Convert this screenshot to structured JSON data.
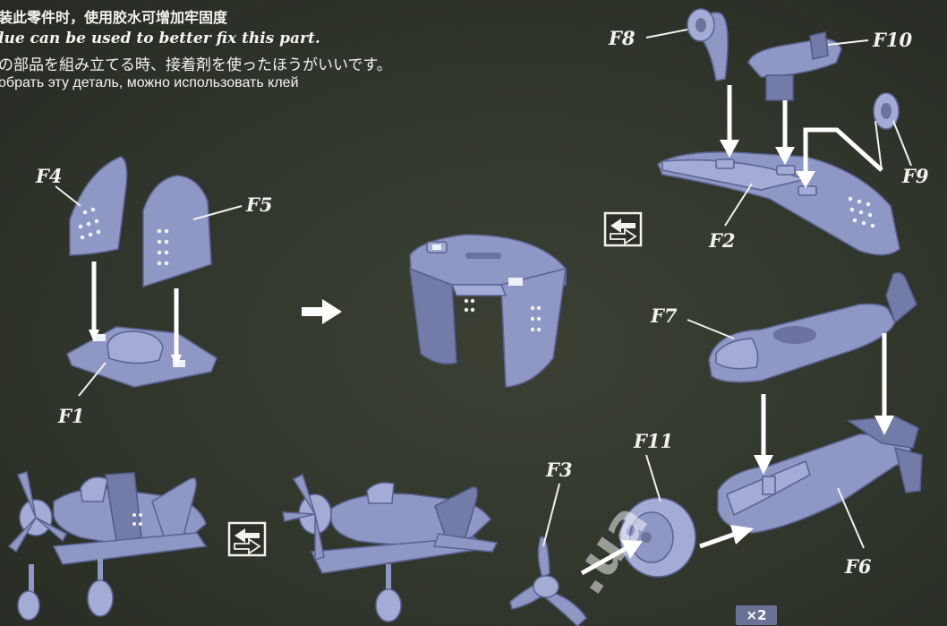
{
  "instructions": {
    "chinese": "装此零件时，使用胶水可增加牢固度",
    "english": "lue can be used to better fix this part.",
    "japanese": "の部品を組み立てる時、接着剤を使ったほうがいいです。",
    "russian": "обрать эту деталь, можно использовать клей"
  },
  "part_labels": {
    "f1": "F1",
    "f2": "F2",
    "f3": "F3",
    "f4": "F4",
    "f5": "F5",
    "f6": "F6",
    "f7": "F7",
    "f8": "F8",
    "f9": "F9",
    "f10": "F10",
    "f11": "F11"
  },
  "quantity_badge": "×2",
  "watermark": ".ua",
  "icons": {
    "reversible_step": "swap-arrows-icon",
    "step_arrow": "right-arrow-icon"
  },
  "colors": {
    "background": "#2f3329",
    "part_fill": "#8f97c4",
    "arrow": "#ffffff",
    "badge": "#6a7296"
  }
}
